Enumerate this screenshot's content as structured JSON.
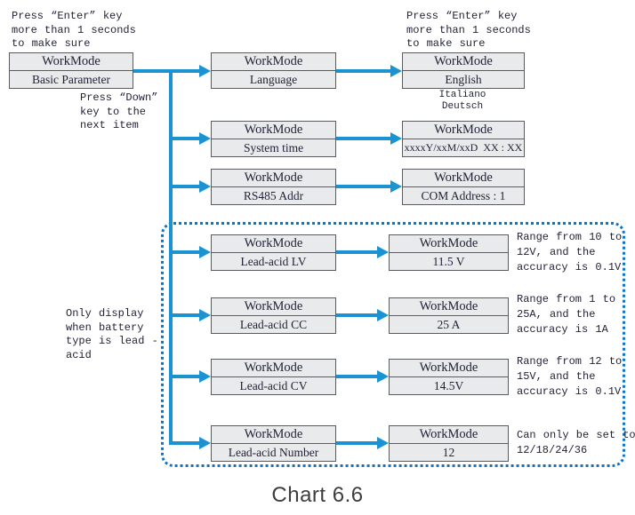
{
  "colors": {
    "arrow": "#1b92d1",
    "dashed": "#1473bd",
    "box-fill": "#e9eaec",
    "box-border": "#5a5a60",
    "ink": "#232338",
    "caption-ink": "#3d3d3f"
  },
  "caption": "Chart 6.6",
  "notes": {
    "enter_left": "Press “Enter” key\nmore than 1 seconds\nto make sure",
    "down": "Press “Down”\nkey to the\nnext item",
    "enter_right": "Press “Enter” key\nmore than 1 seconds\nto make sure",
    "only_display": "Only display\nwhen battery\ntype is lead -\nacid"
  },
  "root": {
    "title": "WorkMode",
    "value": "Basic Parameter"
  },
  "menu": [
    {
      "title": "WorkMode",
      "value": "Language"
    },
    {
      "title": "WorkMode",
      "value": "System time"
    },
    {
      "title": "WorkMode",
      "value": "RS485 Addr"
    },
    {
      "title": "WorkMode",
      "value": "Lead-acid LV"
    },
    {
      "title": "WorkMode",
      "value": "Lead-acid CC"
    },
    {
      "title": "WorkMode",
      "value": "Lead-acid CV"
    },
    {
      "title": "WorkMode",
      "value": "Lead-acid Number"
    }
  ],
  "result": [
    {
      "title": "WorkMode",
      "value": "English"
    },
    {
      "title": "WorkMode",
      "value": "xxxxY/xxM/xxD  XX : XX"
    },
    {
      "title": "WorkMode",
      "value": "COM Address : 1"
    },
    {
      "title": "WorkMode",
      "value": "11.5 V"
    },
    {
      "title": "WorkMode",
      "value": "25 A"
    },
    {
      "title": "WorkMode",
      "value": "14.5V"
    },
    {
      "title": "WorkMode",
      "value": "12"
    }
  ],
  "language_options": [
    "Italiano",
    "Deutsch"
  ],
  "range_notes": [
    "Range from 10 to\n12V, and the\naccuracy is 0.1V",
    "Range from 1 to\n25A, and the\naccuracy is 1A",
    "Range from 12 to\n15V, and the\naccuracy is 0.1V",
    "Can only be set to\n12/18/24/36"
  ]
}
